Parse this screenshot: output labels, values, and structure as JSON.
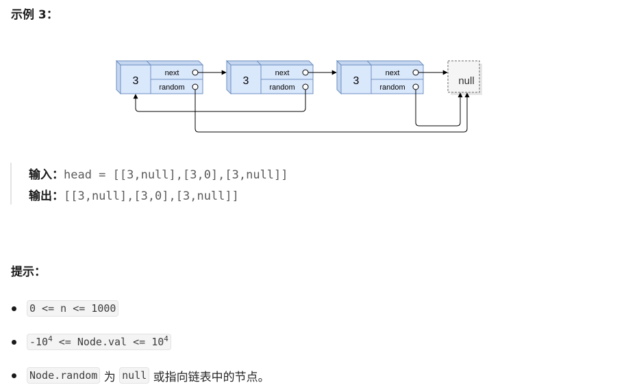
{
  "example": {
    "title": "示例 3："
  },
  "diagram": {
    "nodes": [
      {
        "value": "3",
        "next_label": "next",
        "random_label": "random"
      },
      {
        "value": "3",
        "next_label": "next",
        "random_label": "random"
      },
      {
        "value": "3",
        "next_label": "next",
        "random_label": "random"
      }
    ],
    "null_label": "null"
  },
  "io": {
    "input_label": "输入：",
    "input_value": "head = [[3,null],[3,0],[3,null]]",
    "output_label": "输出：",
    "output_value": "[[3,null],[3,0],[3,null]]"
  },
  "hints": {
    "title": "提示：",
    "items": [
      {
        "code": "0 <= n <= 1000"
      },
      {
        "code_a": "-10",
        "sup_a": "4",
        "code_b": " <= Node.val <= 10",
        "sup_b": "4"
      },
      {
        "code1": "Node.random",
        "text1": " 为 ",
        "code2": "null",
        "text2": " 或指向链表中的节点。"
      }
    ]
  },
  "colors": {
    "node_fill": "#dae8fc",
    "node_stroke": "#6c8ebf",
    "null_fill": "#f5f5f5",
    "arrow": "#000000"
  }
}
